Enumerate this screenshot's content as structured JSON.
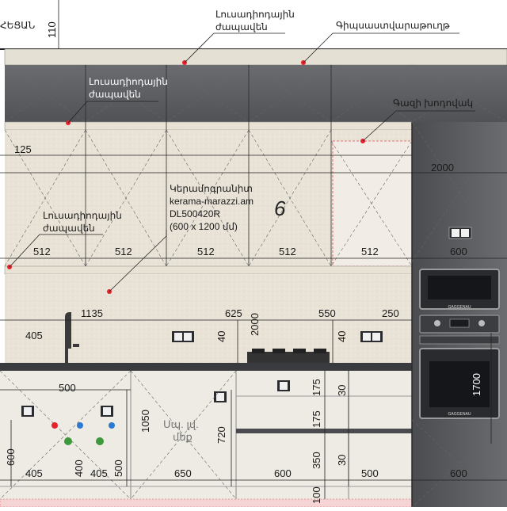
{
  "annotations": {
    "corner_label": "ՀԵՑԱՆ",
    "light_profile_top": [
      "Լուսադիոդային",
      "ժապավեն"
    ],
    "ceiling_plinth": "Գիպսաստվարաթուղթ",
    "light_profile_mid": [
      "Լուսադիոդային",
      "ժապավեն"
    ],
    "glass_shelf": "Գազի խոդովակ",
    "light_profile_low": [
      "Լուսադիոդային",
      "ժապավեն"
    ],
    "ceramic_tile": [
      "Կերամոգրանիտ",
      "kerama-marazzi.am",
      "DL500420R",
      "(600 x 1200 մմ)"
    ],
    "handwritten": "6",
    "dishwasher": [
      "Սպ. լվ.",
      "մեք"
    ]
  },
  "dimensions": {
    "d110": "110",
    "d125": "125",
    "d2000_top": "2000",
    "d512": [
      "512",
      "512",
      "512",
      "512",
      "512"
    ],
    "d600_upper": "600",
    "d1135": "1135",
    "d625": "625",
    "d550": "550",
    "d250": "250",
    "d405_top": "405",
    "d40a": "40",
    "d2000_v": "2000",
    "d40b": "40",
    "d500_top": "500",
    "d1050": "1050",
    "d720": "720",
    "d175a": "175",
    "d175b": "175",
    "d350": "350",
    "d30a": "30",
    "d30b": "30",
    "d1700": "1700",
    "d600_left": "600",
    "d405_a": "405",
    "d400": "400",
    "d405_b": "405",
    "d500_v": "500",
    "d650": "650",
    "d600_mid": "600",
    "d500_mid": "500",
    "d600_right": "600",
    "d100": "100"
  },
  "oven_brand": "GAGGENAU",
  "colors": {
    "cabinet_dark": "#5b5d61",
    "tile": "#e8e2d6",
    "counter_light": "#e3ddd0",
    "base_cabinet": "#edeae3",
    "marker_red": "#e8202a",
    "marker_blue": "#2b78d0",
    "marker_green": "#3c9a3c"
  }
}
